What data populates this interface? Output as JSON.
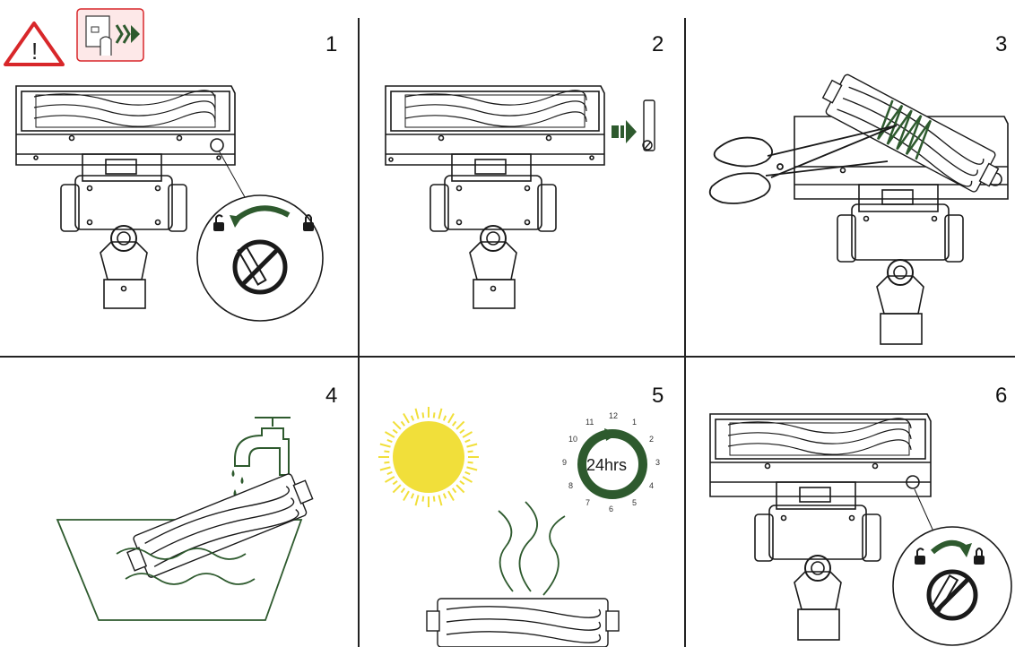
{
  "steps": [
    {
      "number": "1"
    },
    {
      "number": "2"
    },
    {
      "number": "3"
    },
    {
      "number": "4"
    },
    {
      "number": "5"
    },
    {
      "number": "6"
    }
  ],
  "warning": {
    "symbol": "!"
  },
  "timer": {
    "label": "24hrs",
    "dial": [
      "12",
      "1",
      "2",
      "3",
      "4",
      "5",
      "6",
      "7",
      "8",
      "9",
      "10",
      "11"
    ]
  },
  "colors": {
    "accent_green": "#2e5a2e",
    "warning_red": "#d8272a",
    "sun_yellow": "#f1df3a",
    "line": "#1a1a1a"
  },
  "icons": [
    "warning-icon",
    "unplug-icon",
    "lock-icon",
    "unlock-icon",
    "faucet-icon",
    "sun-icon",
    "steam-icon",
    "scissors-icon",
    "timer-icon"
  ]
}
